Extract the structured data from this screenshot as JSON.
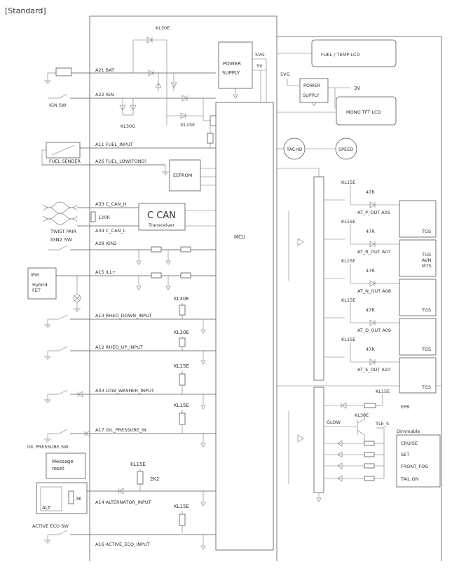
{
  "header": "[Standard]",
  "mcu": "MCU",
  "power_supply_1": {
    "line1": "POWER",
    "line2": "SUPPLY",
    "out1": "5VG",
    "out2": "5V"
  },
  "power_supply_2": {
    "line1": "POWER",
    "line2": "SUPPLY",
    "in": "5VG",
    "out": "3V"
  },
  "lcd_fuel": "FUEL / TEMP LCD",
  "lcd_mono": "MONO TFT LCD",
  "tacho": "TACHO",
  "speed": "SPEED",
  "eeprom": "EEPROM",
  "ccan": {
    "title": "C CAN",
    "sub": "Transceiver",
    "resistor": "120R"
  },
  "twist_pair": "TWIST PAIR",
  "left_labels": {
    "kl30e_top": "KL30E",
    "kl30g": "KL30G",
    "kl15e_1": "KL15E",
    "bat": "A21 BAT",
    "ign": "A22 IGN",
    "ign_sw": "IGN SW",
    "fuel_input": "A11 FUEL_INPUT",
    "fuel_sender": "FUEL SENDER",
    "fuel_low": "A26 FUEL_LOW(FOND)",
    "can_h": "A33 C_CAN_H",
    "can_l": "A34 C_CAN_L",
    "ign2": "A28 IGN2",
    "ign2_sw": "IGN2 SW",
    "ill": "A15 ILL+",
    "ipm": "IPM",
    "hybrid_fet": "Hybrid\nFET",
    "rheo_down": "A13 RHEO_DOWN_INPUT",
    "kl30e_2": "KL30E",
    "rheo_up": "A12 RHEO_UP_INPUT",
    "kl30e_3": "KL30E",
    "low_washer": "A03 LOW_WASHER_INPUT",
    "kl15e_2": "KL15E",
    "oil_pressure": "A17 OIL_PRESSURE_IN",
    "kl15e_3": "KL15E",
    "oil_pressure_sw": "OIL PRESSURE SW",
    "message_reset": "Message\nreset",
    "kl15e_4": "KL15E",
    "res_2k2": "2K2",
    "alternator": "A14 ALTERNATOR_INPUT",
    "alt": "ALT",
    "res_3k": "3K",
    "kl15e_5": "KL15E",
    "active_eco_sw": "ACTIVE ECO SW",
    "active_eco": "A16 ACTIVE_ECO_INPUT"
  },
  "outputs": [
    {
      "kl": "KL15E",
      "r": "47R",
      "label": "AT_P_OUT A05",
      "tgs": "TGS"
    },
    {
      "kl": "KL15E",
      "r": "47R",
      "label": "AT_R_OUT A07",
      "tgs": "TGS\nAVN\nMTS"
    },
    {
      "kl": "KL15E",
      "r": "47R",
      "label": "AT_N_OUT A08",
      "tgs": "TGS"
    },
    {
      "kl": "KL15E",
      "r": "47R",
      "label": "AT_D_OUT A09",
      "tgs": "TGS"
    },
    {
      "kl": "KL15E",
      "r": "47R",
      "label": "AT_S_OUT A10",
      "tgs": "TGS"
    }
  ],
  "epb": "EPB",
  "lower_right": {
    "kl15e": "KL15E",
    "kl30e": "KL30E",
    "glow": "GLOW",
    "tail_s": "TLE_S"
  },
  "dimmable": {
    "title": "Dimmable",
    "items": [
      "CRUISE",
      "SET",
      "FRONT_FOG",
      "TAIL ON"
    ]
  }
}
